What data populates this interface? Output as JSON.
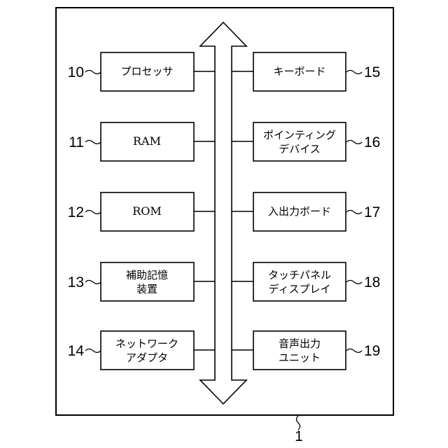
{
  "figure_ref": "1",
  "left_blocks": [
    {
      "ref": "10",
      "lines": [
        "プロセッサ"
      ]
    },
    {
      "ref": "11",
      "lines": [
        "RAM"
      ]
    },
    {
      "ref": "12",
      "lines": [
        "ROM"
      ]
    },
    {
      "ref": "13",
      "lines": [
        "補助記憶",
        "装置"
      ]
    },
    {
      "ref": "14",
      "lines": [
        "ネットワーク",
        "アダプタ"
      ]
    }
  ],
  "right_blocks": [
    {
      "ref": "15",
      "lines": [
        "キーボード"
      ]
    },
    {
      "ref": "16",
      "lines": [
        "ポインティング",
        "デバイス"
      ]
    },
    {
      "ref": "17",
      "lines": [
        "入出力ボード"
      ]
    },
    {
      "ref": "18",
      "lines": [
        "タッチパネル",
        "ディスプレイ"
      ]
    },
    {
      "ref": "19",
      "lines": [
        "音声出力",
        "ユニット"
      ]
    }
  ]
}
